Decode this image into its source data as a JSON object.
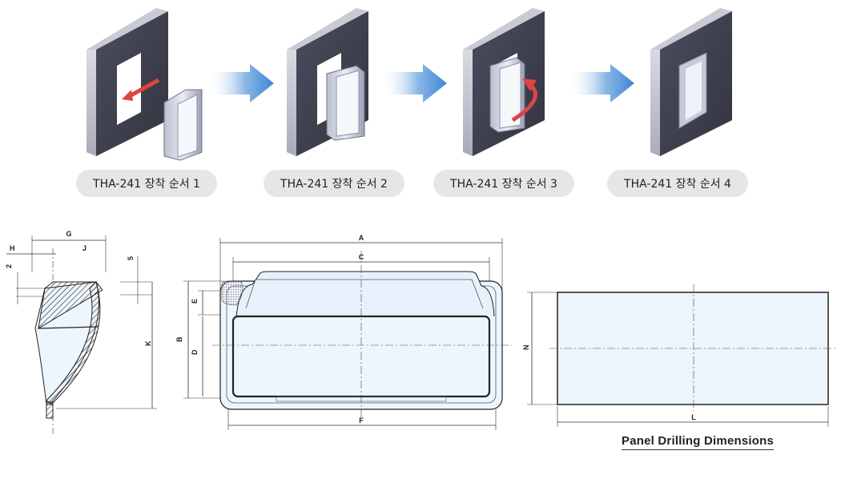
{
  "steps": [
    {
      "label": "THA-241 장착 순서 1"
    },
    {
      "label": "THA-241 장착 순서 2"
    },
    {
      "label": "THA-241 장착 순서 3"
    },
    {
      "label": "THA-241 장착 순서 4"
    }
  ],
  "dimensions": {
    "side": {
      "G": "G",
      "H": "H",
      "J": "J",
      "two": "2",
      "five": "5",
      "K": "K"
    },
    "front": {
      "A": "A",
      "C": "C",
      "B": "B",
      "E": "E",
      "D": "D",
      "F": "F"
    },
    "panel": {
      "N": "N",
      "L": "L"
    }
  },
  "panel_caption": "Panel Drilling Dimensions",
  "colors": {
    "panel_fill": "#ecf5fc",
    "frame": "#3e404f",
    "arrow": "#4a90d9",
    "pill": "#e6e6e6"
  }
}
